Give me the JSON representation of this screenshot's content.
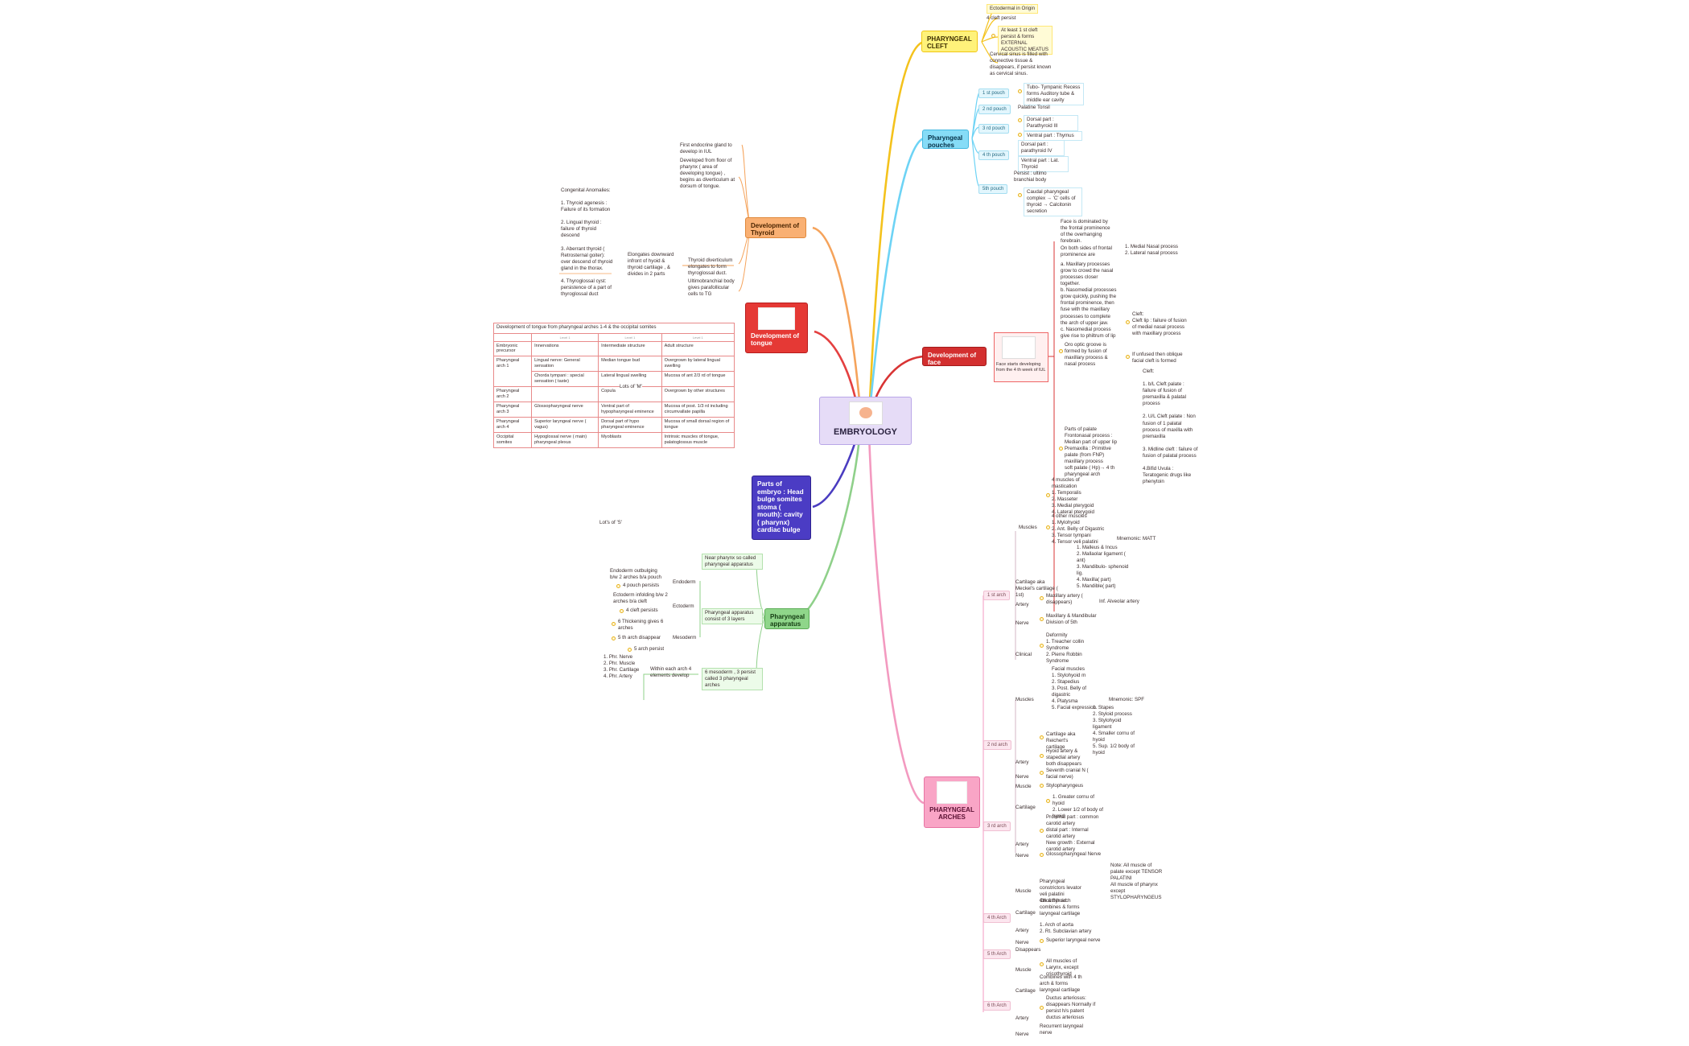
{
  "center": {
    "title": "EMBRYOLOGY"
  },
  "branches": {
    "pharyngeal_cleft": {
      "title": "PHARYNGEAL CLEFT",
      "items": [
        "Ectodermal in Origin",
        "4 cleft persist",
        "At least 1 st cleft persist & forms EXTERNAL ACOUSTIC MEATUS",
        "Cervical sinus is filled with connective tissue & disappears, if persist known as cervical sinus."
      ]
    },
    "pharyngeal_pouches": {
      "title": "Pharyngeal pouches",
      "pouch1": "1 st pouch",
      "pouch1_a": "Tubo- Tympanic Recess forms Auditory tube & middle ear cavity",
      "pouch2": "2 nd pouch",
      "pouch2_a": "Palatine Tonsil",
      "pouch3": "3 rd pouch",
      "pouch3_a": "Dorsal part : Parathyroid III",
      "pouch3_b": "Ventral part : Thymus",
      "pouch4": "4 th pouch",
      "pouch4_a": "Dorsal part : parathyroid IV",
      "pouch4_b": "Ventral part : Lat. Thyroid",
      "pouch5": "5th pouch",
      "pouch5_a": "Persist : ultimo branchial body",
      "pouch5_b": "Caudal pharyngeal complex → 'C' cells of thyroid → Calcitonin secretion"
    },
    "face": {
      "title": "Development of face",
      "caption": "Face starts developing from the 4 th week of IUL",
      "p1": "Face is dominated by the frontal prominence of the overhanging forebrain.",
      "p2": "On both sides of frontal prominence are",
      "p2_list": "1. Medial Nasal process\n2. Lateral nasal process",
      "p3": "a. Maxillary processes grow to crowd the nasal processes closer together.\nb. Nasomedial processes grow quickly, pushing the frontal prominence, then fuse with the maxillary processes to complete the arch of upper jaw.\nc. Nasomedial process give rise to philtrum of lip",
      "cleft_lip": "Cleft:\nCleft lip : failure of fusion of medial nasal process with maxillary process",
      "oblique": "If unfused then oblique facial cleft is formed",
      "p4": "Oro optic groove is formed by fusion of maxillary process & nasal process",
      "cleft_palate": "Cleft:\n\n1. b/L Cleft palate : failure of fusion of premaxilla & palatal process\n\n2. U/L Cleft palate : Non fusion of 1 palatal process of maxilla with premaxilla\n\n3. Midline cleft : failure of fusion of palatal process\n\n4.Bifid Uvula : Teratogenic drugs like phenytoin",
      "palate": "Parts of palate\nFrontonasal process : Median part of upper lip Premaxilla : Primitive palate (from FNP)\nmaxillary process\nsoft palate ( Hp)→ 4 th pharyngeal arch"
    },
    "arches": {
      "title": "PHARYNGEAL ARCHES",
      "a1": "1 st arch",
      "a1_muscles_label": "Muscles",
      "a1_muscles": "4 muscles of mastication\n1. Temporalis\n2. Masseter\n3. Medial pterygoid\n4. Lateral pterygoid",
      "a1_other": "4 other muscles\n1. Mylohyoid\n2. Ant. Belly of Digastric\n3. Tensor tympani\n4. Tensor veli palatini",
      "a1_mnemonic": "Mnemonic: MATT",
      "a1_cart_label": "Cartilage aka Meckel's cartilage ( 1st)",
      "a1_cart": "1. Malleus & Incus\n2. Mallaolar ligament ( ant)\n3. Mandibulo- sphenoid lig.\n4. Maxilla( part)\n5. Mandible( part)",
      "a1_artery_label": "Artery",
      "a1_artery": "Maxillary artery ( disappears)",
      "a1_artery2": "Inf. Alveolar artery",
      "a1_nerve_label": "Nerve",
      "a1_nerve": "Maxillary & Mandibular Division of 5th",
      "a1_clinical_label": "Clinical",
      "a1_clinical": "Deformity\n1. Treacher collin Syndrome\n2. Pierre Robbin Syndrome",
      "a2": "2 nd arch",
      "a2_muscles_label": "Muscles",
      "a2_muscles": "Facial muscles\n1. Stylohyoid m\n2. Stapedius\n3. Post. Belly of digastric\n4. Platysma\n5. Facial expression",
      "a2_mnemonic": "Mnemonic: SPF",
      "a2_cart_label": "Cartilage aka Reichert's cartilage",
      "a2_cart": "1. Stapes\n2. Styloid process\n3. Stylohyoid ligament\n4. Smaller cornu of hyoid\n5. Sup. 1/2 body of hyoid",
      "a2_artery_label": "Artery",
      "a2_artery": "Hyoid artery & stapedial artery\nboth disappears",
      "a2_nerve_label": "Nerve",
      "a2_nerve": "Seventh cranial N ( facial nerve)",
      "a3": "3 rd arch",
      "a3_muscle_label": "Muscle",
      "a3_muscle": "Stylopharyngeus",
      "a3_cart_label": "Cartilage",
      "a3_cart": "1. Greater cornu of hyoid\n2. Lower 1/2 of body of hyoid",
      "a3_artery_label": "Artery",
      "a3_artery": "Proximal part : common carotid artery\ndistal part : Internal carotid artery\nNew growth : External carotid artery",
      "a3_nerve_label": "Nerve",
      "a3_nerve": "Glossopharyngeal Nerve",
      "a4": "4 th Arch",
      "a4_muscle_label": "Muscle",
      "a4_muscle": "Pharyngeal constrictors levator veli palatini Cricothyroid",
      "a4_note": "Note: All muscle of palate except TENSOR PALATINI\nAll muscle of pharynx except STYLOPHARYNGEUS",
      "a4_cart_label": "Cartilage",
      "a4_cart": "4th & 6th arch combines & forms laryngeal cartilage",
      "a4_artery_label": "Artery",
      "a4_artery": "1. Arch of aorta\n2. Rt. Subclavian artery",
      "a4_nerve_label": "Nerve",
      "a4_nerve": "Superior laryngeal nerve",
      "a5": "5 th Arch",
      "a5_text": "Disappears",
      "a6": "6 th Arch",
      "a6_muscle_label": "Muscle",
      "a6_muscle": "All muscles of Larynx, except cricothyroid",
      "a6_cart_label": "Cartilage",
      "a6_cart": "Combines with 4 th arch & forms laryngeal cartilage",
      "a6_artery_label": "Artery",
      "a6_artery": "Ductus arteriosus: disappears Normally if persist h/s patent ductus arteriosus",
      "a6_nerve_label": "Nerve",
      "a6_nerve": "Recurrent laryngeal nerve"
    },
    "thyroid": {
      "title": "Development of Thyroid",
      "t1": "First endocrine gland to develop in IUL",
      "t2": "Developed from floor of pharynx ( area of developing tongue) , begins as diverticulum at dorsum of tongue.",
      "t3": "Thyroid diverticulum elongates to form thyroglossal duct.",
      "t4": "Elongates downward infront of hyoid & thyroid cartilage , & divides in 2 parts",
      "t5": "Ultimobranchial body gives parafollicular cells to TG",
      "anomalies": "Congenital Anomalies:\n\n1. Thyroid agenesis : Failure of its formation\n\n2. Lingual thyroid : failure of thyroid descend\n\n3. Aberrant thyroid ( Retrosternal goiter): over descend of thyroid gland in the thorax.\n\n4. Thyroglossal cyst: persistence of a part of thyroglossal duct"
    },
    "tongue": {
      "title": "Development of tongue",
      "table_title": "Development of tongue from pharyngeal arches 1-4 & the occipital somites",
      "lv": [
        "Level 1",
        "Level 1",
        "Level 1"
      ],
      "headers": [
        "Embryonic precursor",
        "Innervations",
        "Intermediate structure",
        "Adult structure"
      ],
      "rows": [
        [
          "Pharyngeal arch 1",
          "Lingual nerve: General sensation",
          "Median tongue bud",
          "Overgrown by lateral lingual swelling"
        ],
        [
          "",
          "Chorda tympani : special sensation ( taste)",
          "Lateral lingual swelling",
          "Mucosa of ant 2/3 rd of tongue"
        ],
        [
          "Pharyngeal arch 2",
          "",
          "Copula",
          "Overgrown by other structures"
        ],
        [
          "Pharyngeal arch 3",
          "Glossopharyngeal nerve",
          "Ventral part of hypopharyngeal eminence",
          "Mucosa of post. 1/3 rd including circumvallate papilla"
        ],
        [
          "Pharyngeal arch 4",
          "Superior laryngeal nerve ( vagus)",
          "Dorsal part of hypo pharyngeal eminence",
          "Mucosa of small dorsal region of tongue"
        ],
        [
          "Occipital somites",
          "Hypoglossal nerve ( main)\npharyngeal plexus",
          "Myoblasts",
          "Intrinsic muscles of tongue, palatoglossus muscle"
        ]
      ],
      "lots_m": "Lots of 'M'"
    },
    "embryo": {
      "title": "Parts of embryo : Head bulge somites stoma ( mouth): cavity ( pharynx) cardiac bulge"
    },
    "apparatus": {
      "title": "Pharyngeal apparatus",
      "lots_s": "Lot's of 'S'",
      "a1": "Near pharynx so called pharyngeal apparatus",
      "a2": "Pharyngeal apparatus consist of 3 layers",
      "endoderm": "Endoderm",
      "endo1": "Endoderm outbulging b/w 2 arches b/a pouch",
      "endo2": "4 pouch persists",
      "ectoderm": "Ectoderm",
      "ecto1": "Ectoderm infolding b/w 2 arches b/a cleft",
      "ecto2": "4 cleft persists",
      "mesoderm": "Mesoderm",
      "meso1": "6 Thickening gives 6 arches",
      "meso2": "5 th arch disappear",
      "meso3": "5 arch persist",
      "a3": "6 mesoderm , 3 persist called 3 pharyngeal arches",
      "a4": "Within each arch 4 elements develop",
      "a4_list": "1. Phr. Nerve\n2. Phr. Muscle\n3. Phr. Cartilage\n4. Phr. Artery"
    }
  },
  "colors": {
    "cleft": "#fdd835",
    "pouches": "#4fc3f7",
    "face": "#d32f2f",
    "arches": "#f48fb1",
    "thyroid": "#f59d4c",
    "tongue": "#e53935",
    "embryo": "#3f2fa8",
    "apparatus": "#7cc97a",
    "center": "#e6dcf7"
  }
}
